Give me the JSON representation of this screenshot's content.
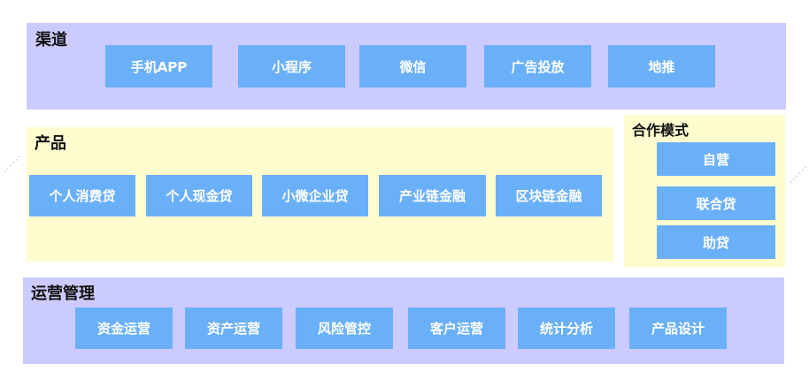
{
  "channels": {
    "title": "渠道",
    "items": [
      "手机APP",
      "小程序",
      "微信",
      "广告投放",
      "地推"
    ]
  },
  "products": {
    "title": "产品",
    "items": [
      "个人消费贷",
      "个人现金贷",
      "小微企业贷",
      "产业链金融",
      "区块链金融"
    ]
  },
  "cooperation": {
    "title": "合作模式",
    "items": [
      "自营",
      "联合贷",
      "助贷"
    ]
  },
  "operations": {
    "title": "运营管理",
    "items": [
      "资金运营",
      "资产运营",
      "风险管控",
      "客户运营",
      "统计分析",
      "产品设计"
    ]
  },
  "colors": {
    "lavender": "#cccbff",
    "cream": "#fffdd0",
    "box_blue": "#6ab0f8",
    "box_text": "#ffffff"
  }
}
